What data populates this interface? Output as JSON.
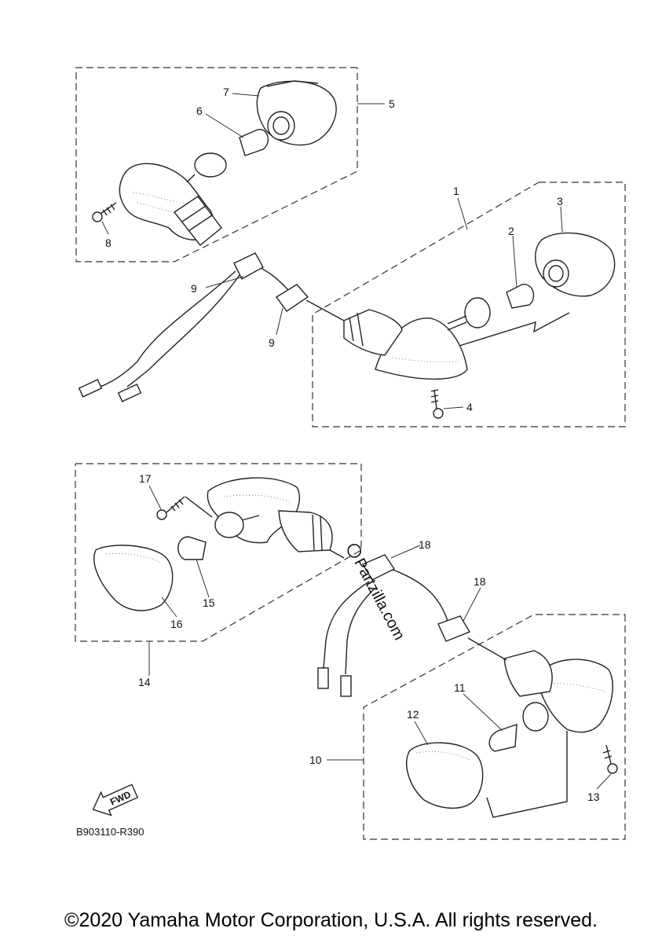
{
  "callouts": {
    "c1": "1",
    "c2": "2",
    "c3": "3",
    "c4": "4",
    "c5": "5",
    "c6": "6",
    "c7": "7",
    "c8": "8",
    "c9a": "9",
    "c9b": "9",
    "c10": "10",
    "c11": "11",
    "c12": "12",
    "c13": "13",
    "c14": "14",
    "c15": "15",
    "c16": "16",
    "c17": "17",
    "c18a": "18",
    "c18b": "18"
  },
  "fwd_label": "FWD",
  "diagram_code": "B903110-R390",
  "watermark": "Partzilla.com",
  "copyright": "©2020 Yamaha Motor Corporation, U.S.A. All rights reserved."
}
